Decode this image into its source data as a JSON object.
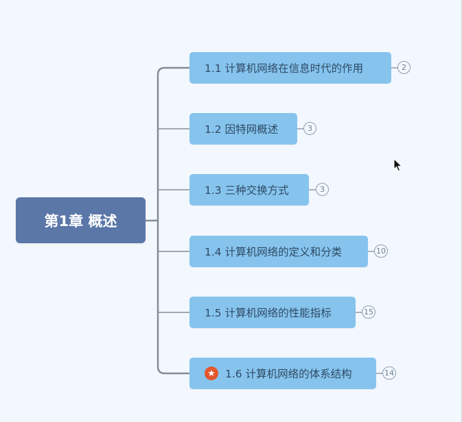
{
  "root": {
    "label": "第1章 概述"
  },
  "topics": [
    {
      "label": "1.1 计算机网络在信息时代的作用",
      "count": "2"
    },
    {
      "label": "1.2 因特网概述",
      "count": "3"
    },
    {
      "label": "1.3 三种交换方式",
      "count": "3"
    },
    {
      "label": "1.4 计算机网络的定义和分类",
      "count": "10"
    },
    {
      "label": "1.5 计算机网络的性能指标",
      "count": "15"
    },
    {
      "label": "1.6 计算机网络的体系结构",
      "count": "14",
      "icon": "star-icon"
    }
  ]
}
